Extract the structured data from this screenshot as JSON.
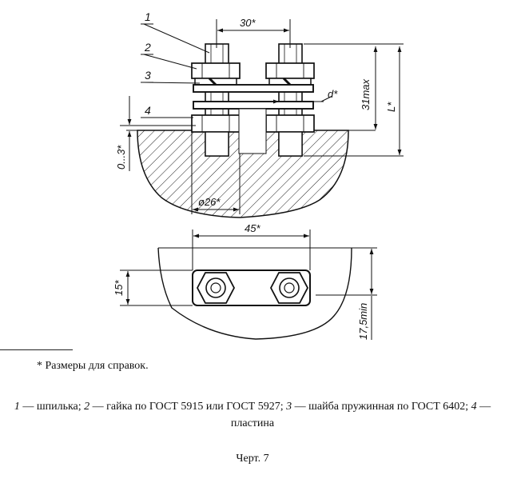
{
  "drawing": {
    "callouts": [
      "1",
      "2",
      "3",
      "4"
    ],
    "dimensions": {
      "spacing_top": "30*",
      "stud_diameter": "d*",
      "projection_max": "31max",
      "length": "L*",
      "gap": "0...3*",
      "base_diameter": "ø26*",
      "spacing_bottom": "45*",
      "height": "15*",
      "edge_min": "17,5min"
    }
  },
  "note": "* Размеры для справок.",
  "legend": {
    "n1": "1",
    "t1": " — шпилька; ",
    "n2": "2",
    "t2": " — гайка по ГОСТ 5915 или ГОСТ 5927; ",
    "n3": "3",
    "t3": " — шайба пружинная по ГОСТ 6402; ",
    "n4": "4",
    "t4": " — пластина"
  },
  "caption": "Черт. 7"
}
